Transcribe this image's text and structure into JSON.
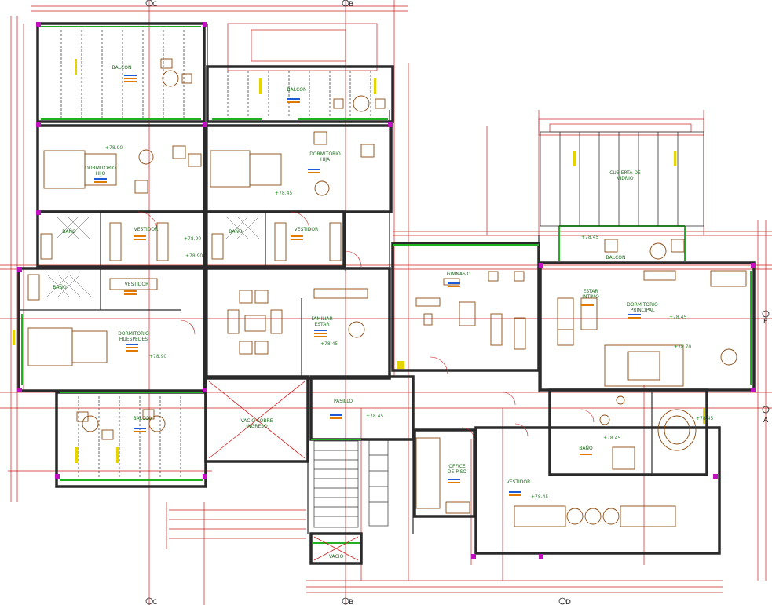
{
  "drawing": {
    "rooms": {
      "balcon_top_left": "BALCON",
      "balcon_top_mid": "BALCON",
      "dormitorio_hijo_1": "DORMITORIO",
      "dormitorio_hijo_2": "HIJO",
      "dormitorio_hija_1": "DORMITORIO",
      "dormitorio_hija_2": "HIJA",
      "cubierta_1": "CUBIERTA DE",
      "cubierta_2": "VIDRIO",
      "bano_a": "BAÑO",
      "vestidor_a": "VESTIDOR",
      "bano_b": "BAÑO",
      "vestidor_b": "VESTIDOR",
      "balcon_right": "BALCON",
      "bano_c": "BAÑO",
      "vestidor_c": "VESTIDOR",
      "gimnasio": "GIMNASIO",
      "estar_intimo_1": "ESTAR",
      "estar_intimo_2": "INTIMO",
      "dormitorio_principal_1": "DORMITORIO",
      "dormitorio_principal_2": "PRINCIPAL",
      "familiar_estar_1": "FAMILIAR",
      "familiar_estar_2": "ESTAR",
      "dormitorio_huespedes_1": "DORMITORIO",
      "dormitorio_huespedes_2": "HUESPEDES",
      "pasillo": "PASILLO",
      "vacio_ingreso_1": "VACIO SOBRE",
      "vacio_ingreso_2": "INGRESO",
      "balcon_bottom_left": "BALCON",
      "office_piso_1": "OFFICE",
      "office_piso_2": "DE PISO",
      "vestidor_main": "VESTIDOR",
      "bano_main": "BAÑO",
      "vacio": "VACIO"
    },
    "levels": {
      "lvl1": "+78.90",
      "lvl2": "+78.45",
      "lvl3": "+78.90",
      "lvl4": "+78.45",
      "lvl5": "+78.90",
      "lvl6": "+78.45",
      "lvl7": "+78.45",
      "lvl8": "+78.45",
      "lvl9": "+78.70",
      "lvl10": "+78.45",
      "lvl11": "+78.45",
      "lvl12": "+78.45",
      "lvl13": "+78.90"
    },
    "axes": {
      "top_c": "C",
      "top_b": "B",
      "bottom_c": "C",
      "bottom_b": "B",
      "bottom_d": "D",
      "right_e": "E",
      "right_a": "A"
    },
    "colors": {
      "walls": "#2a2a2a",
      "dimension_lines": "#cc1f1f",
      "furniture": "#8a4a10",
      "glazing": "#22b022",
      "room_labels": "#1f6b1f",
      "annotations": "#e07a00",
      "notes": "#1e5ad6",
      "columns": "#c010c0",
      "markers": "#e6d400"
    }
  }
}
